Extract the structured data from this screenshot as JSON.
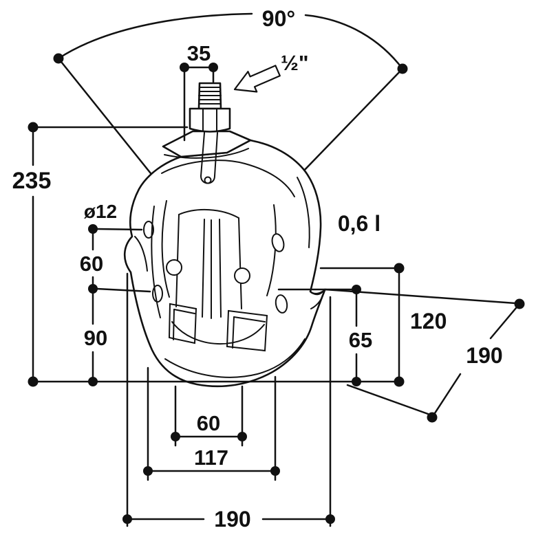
{
  "drawing": {
    "type": "technical-dimension-drawing",
    "labels": {
      "angle": "90°",
      "top_width": "35",
      "thread": "½\"",
      "total_height": "235",
      "hole_dia": "ø12",
      "left_upper": "60",
      "left_lower": "90",
      "capacity": "0,6 l",
      "right_outer": "120",
      "right_inner": "65",
      "depth": "190",
      "bottom_inner": "60",
      "bottom_mid": "117",
      "bottom_outer": "190"
    }
  },
  "colors": {
    "line": "#111111",
    "background": "#ffffff"
  }
}
